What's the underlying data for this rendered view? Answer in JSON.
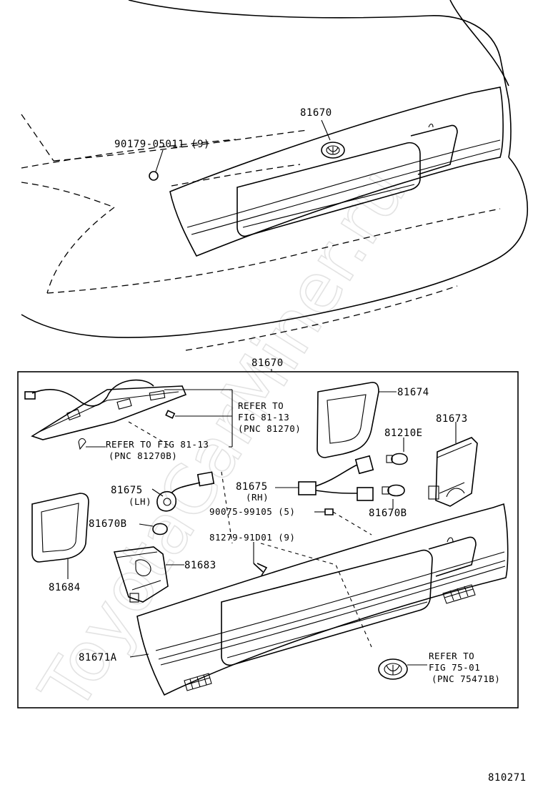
{
  "watermark": "ToyotaCarMiner.ru",
  "top_view": {
    "garnish_label": "81670",
    "nut_label": "90179-05011 (9)"
  },
  "box_title": "81670",
  "labels": {
    "p81674": "81674",
    "p81673": "81673",
    "p81210e": "81210E",
    "p81675_lh": "81675",
    "lh": "(LH)",
    "p81675_rh": "81675",
    "rh": "(RH)",
    "p81670b_l": "81670B",
    "p81670b_r": "81670B",
    "p90075": "90075-99105 (5)",
    "p81279": "81279-91D01 (9)",
    "p81683": "81683",
    "p81684": "81684",
    "p81671a": "81671A"
  },
  "refs": {
    "fig81_13_a": [
      "REFER TO",
      "FIG 81-13",
      "(PNC 81270)"
    ],
    "fig81_13_b": [
      "REFER TO FIG 81-13",
      "(PNC 81270B)"
    ],
    "fig75_01": [
      "REFER TO",
      "FIG 75-01",
      "(PNC 75471B)"
    ]
  },
  "figure_number": "810271"
}
